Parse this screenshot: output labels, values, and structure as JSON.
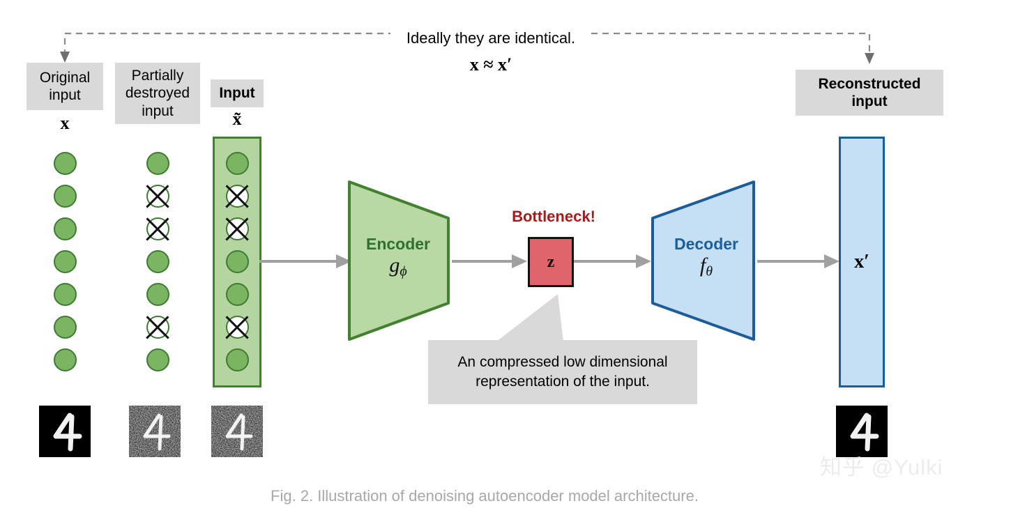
{
  "figure": {
    "caption": "Fig. 2. Illustration of denoising autoencoder model architecture.",
    "watermark": "知乎 @Yulki"
  },
  "header": {
    "ideal_text": "Ideally they are identical.",
    "equation": "x ≈ x′"
  },
  "labels": {
    "original_input": "Original\ninput",
    "original_input_line1": "Original",
    "original_input_line2": "input",
    "partially_destroyed_line1": "Partially",
    "partially_destroyed_line2": "destroyed",
    "partially_destroyed_line3": "input",
    "input": "Input",
    "reconstructed_line1": "Reconstructed",
    "reconstructed_line2": "input",
    "symbol_x": "x",
    "symbol_x_tilde": "x̃",
    "symbol_x_prime": "x′"
  },
  "encoder": {
    "name": "Encoder",
    "function": "g",
    "subscript": "ϕ",
    "color": "#b9d9a4",
    "border_color": "#43802f",
    "text_color": "#2e7031"
  },
  "decoder": {
    "name": "Decoder",
    "function": "f",
    "subscript": "θ",
    "color": "#c5dff5",
    "border_color": "#1c5d99",
    "text_color": "#1b5e99"
  },
  "bottleneck": {
    "title": "Bottleneck!",
    "symbol": "z",
    "color": "#e0656a",
    "title_color": "#a51c1c",
    "callout_text_line1": "An compressed low dimensional",
    "callout_text_line2": "representation of the input."
  },
  "neurons": {
    "count": 7,
    "original": [
      "on",
      "on",
      "on",
      "on",
      "on",
      "on",
      "on"
    ],
    "destroyed": [
      "on",
      "off",
      "off",
      "on",
      "on",
      "off",
      "on"
    ],
    "input": [
      "on",
      "off",
      "off",
      "on",
      "on",
      "off",
      "on"
    ],
    "on_color": "#7ab661",
    "off_color": "#ffffff",
    "stroke_color": "#3f7a34"
  },
  "digits": {
    "original_alt": "mnist-digit-4-clean",
    "destroyed_alt": "mnist-digit-4-noisy",
    "input_alt": "mnist-digit-4-noisy",
    "reconstructed_alt": "mnist-digit-4-clean"
  },
  "arrows": {
    "flow_color": "#a0a0a0",
    "dashed_color": "#808080"
  }
}
